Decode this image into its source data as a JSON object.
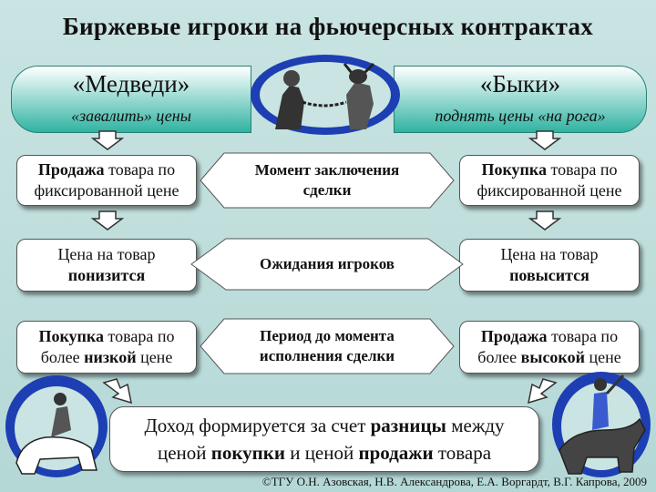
{
  "title": "Биржевые игроки на фьючерсных контрактах",
  "bears": {
    "label": "«Медведи»",
    "sub": "«завалить» цены"
  },
  "bulls": {
    "label": "«Быки»",
    "sub": "поднять цены «на рога»"
  },
  "left_col": [
    {
      "strong": "Продажа",
      "rest": " товара по фиксированной цене"
    },
    {
      "pre": "Цена на товар ",
      "strong": "понизится"
    },
    {
      "strong": "Покупка",
      "mid": " товара по более ",
      "strong2": "низкой",
      "end": " цене"
    }
  ],
  "center_col": [
    "Момент заключения сделки",
    "Ожидания игроков",
    "Период до момента исполнения сделки"
  ],
  "right_col": [
    {
      "strong": "Покупка",
      "rest": " товара по фиксированной цене"
    },
    {
      "pre": "Цена на товар ",
      "strong": "повысится"
    },
    {
      "strong": "Продажа",
      "mid": " товара по более ",
      "strong2": "высокой",
      "end": " цене"
    }
  ],
  "result": {
    "p1": "Доход формируется за счет ",
    "s1": "разницы",
    "p2": " между ценой ",
    "s2": "покупки",
    "p3": " и ценой ",
    "s3": "продажи",
    "p4": " товара"
  },
  "copyright": "©ТГУ   О.Н. Азовская, Н.В. Александрова, Е.А. Воргардт, В.Г. Капрова, 2009",
  "colors": {
    "banner_teal": "#2fb3a2",
    "background": "#c9e4e2"
  }
}
